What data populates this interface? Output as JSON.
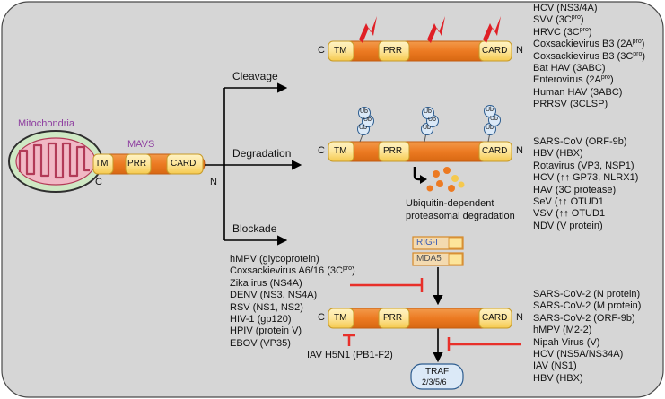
{
  "diagram": {
    "organelle_label": "Mitochondria",
    "mavs_label": "MAVS",
    "domains": {
      "tm": "TM",
      "prr": "PRR",
      "card": "CARD"
    },
    "termini": {
      "c": "C",
      "n": "N"
    },
    "arrows": {
      "cleavage": "Cleavage",
      "degradation": "Degradation",
      "blockade": "Blockade"
    },
    "ub_label": "Ub",
    "proteasome_label_1": "Ubiquitin-dependent",
    "proteasome_label_2": "proteasomal degradation",
    "rig_i": "RIG-I",
    "mda5": "MDA5",
    "traf_1": "TRAF",
    "traf_2": "2/3/5/6",
    "iav_h5n1": "IAV H5N1 (PB1-F2)",
    "colors": {
      "background": "#d6d6d6",
      "mavs_body": "#ec7a22",
      "domain_box": "#fde59a",
      "inhibit": "#e8302a",
      "lightning": "#e01f26",
      "ub_fill": "#dbe9f7",
      "ub_stroke": "#2c5c8f",
      "mito_outer": "#cfe8c4",
      "mito_inner": "#f1b8c5",
      "organelle_text": "#8e3fa0"
    }
  },
  "cleavage_viruses": [
    {
      "name": "HCV (NS3/4A)"
    },
    {
      "name": "SVV (3C",
      "sup": "pro",
      "after": ")"
    },
    {
      "name": "HRVC (3C",
      "sup": "pro",
      "after": ")"
    },
    {
      "name": "Coxsackievirus B3 (2A",
      "sup": "pro",
      "after": ")"
    },
    {
      "name": "Coxsackievirus B3 (3C",
      "sup": "pro",
      "after": ")"
    },
    {
      "name": "Bat HAV (3ABC)"
    },
    {
      "name": "Enterovirus (2A",
      "sup": "pro",
      "after": ")"
    },
    {
      "name": "Human HAV (3ABC)"
    },
    {
      "name": "PRRSV (3CLSP)"
    }
  ],
  "degradation_viruses": [
    {
      "name": "SARS-CoV (ORF-9b)"
    },
    {
      "name": "HBV (HBX)"
    },
    {
      "name": "Rotavirus (VP3, NSP1)"
    },
    {
      "name": "HCV (↑↑ GP73, NLRX1)"
    },
    {
      "name": "HAV (3C protease)"
    },
    {
      "name": "SeV (↑↑ OTUD1"
    },
    {
      "name": "VSV (↑↑ OTUD1"
    },
    {
      "name": "NDV (V protein)"
    }
  ],
  "blockade_left_viruses": [
    {
      "name": "hMPV (glycoprotein)"
    },
    {
      "name": "Coxsackievirus A6/16 (3C",
      "sup": "pro",
      "after": ")"
    },
    {
      "name": "Zika irus (NS4A)"
    },
    {
      "name": "DENV (NS3, NS4A)"
    },
    {
      "name": "RSV (NS1, NS2)"
    },
    {
      "name": "HIV-1 (gp120)"
    },
    {
      "name": "HPIV (protein V)"
    },
    {
      "name": "EBOV (VP35)"
    }
  ],
  "blockade_right_viruses": [
    {
      "name": "SARS-CoV-2 (N protein)"
    },
    {
      "name": "SARS-CoV-2 (M protein)"
    },
    {
      "name": "SARS-CoV-2 (ORF-9b)"
    },
    {
      "name": "hMPV (M2-2)"
    },
    {
      "name": "Nipah Virus (V)"
    },
    {
      "name": "HCV (NS5A/NS34A)"
    },
    {
      "name": "IAV (NS1)"
    },
    {
      "name": "HBV (HBX)"
    }
  ]
}
